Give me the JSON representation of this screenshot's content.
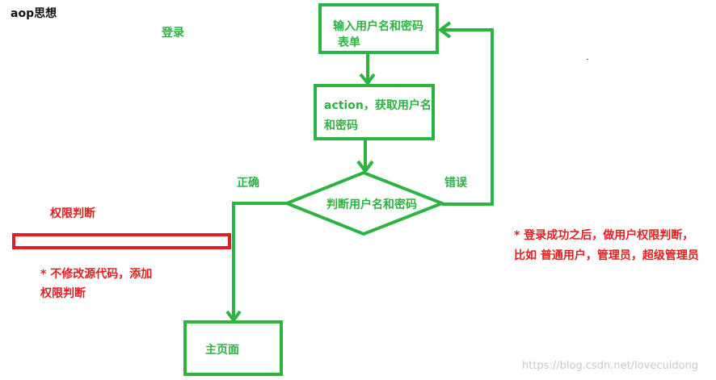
{
  "title": "aop思想",
  "login_label": "登录",
  "nodes": {
    "input_form": {
      "line1": "输入用户名和密码",
      "line2": "表单"
    },
    "action": {
      "line1": "action，获取用户名",
      "line2": "和密码"
    },
    "decision": {
      "label": "判断用户名和密码"
    },
    "home": {
      "label": "主页面"
    }
  },
  "edges": {
    "correct": "正确",
    "wrong": "错误"
  },
  "permission_label": "权限判断",
  "note_left": {
    "line1": "* 不修改源代码，添加",
    "line2": "权限判断"
  },
  "note_right": {
    "line1": "* 登录成功之后，做用户权限判断，",
    "line2": "比如 普通用户，管理员，超级管理员"
  },
  "watermark": "https://blog.csdn.net/lovecuidong",
  "colors": {
    "flow": "#2db341",
    "highlight": "#e02020"
  }
}
